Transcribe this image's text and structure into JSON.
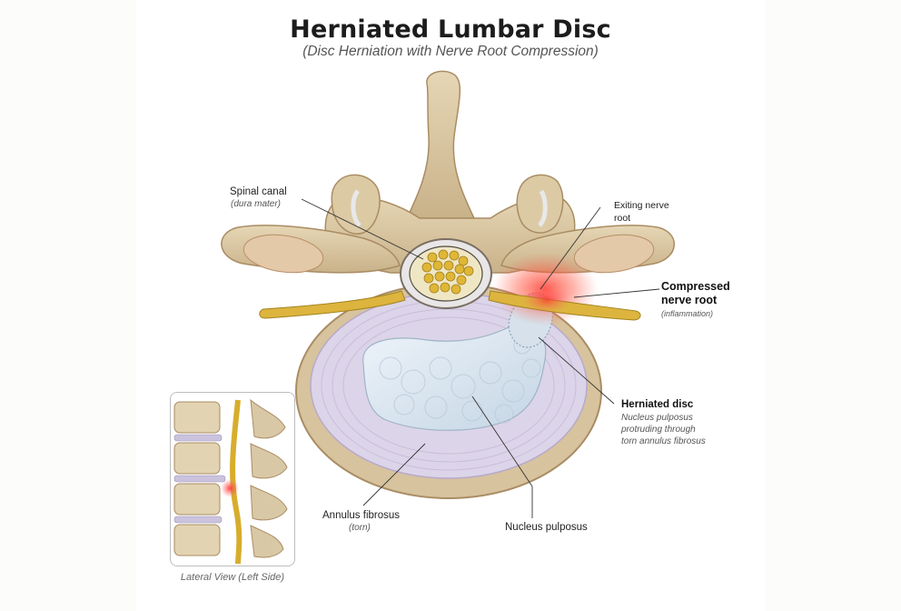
{
  "title": "Herniated Lumbar Disc",
  "subtitle": "(Disc Herniation with Nerve Root Compression)",
  "labels": {
    "spinal_canal": "Spinal canal",
    "spinal_canal_sub": "(dura mater)",
    "exiting_root_1": "Exiting nerve",
    "exiting_root_2": "root",
    "compressed_1": "Compressed",
    "compressed_2": "nerve root",
    "compressed_sub": "(inflammation)",
    "herniated": "Herniated disc",
    "herniated_sub_1": "Nucleus pulposus",
    "herniated_sub_2": "protruding through",
    "herniated_sub_3": "torn annulus fibrosus",
    "annulus": "Annulus fibrosus",
    "annulus_sub": "(torn)",
    "nucleus": "Nucleus pulposus"
  },
  "inset": {
    "caption": "Lateral View (Left Side)"
  },
  "colors": {
    "bone": "#d9c8a6",
    "bone_dark": "#a98c63",
    "disc_annulus": "#d9d2e6",
    "nucleus": "#d8e5ef",
    "nerve": "#d6b13b",
    "inflammation": "#e8413a"
  }
}
